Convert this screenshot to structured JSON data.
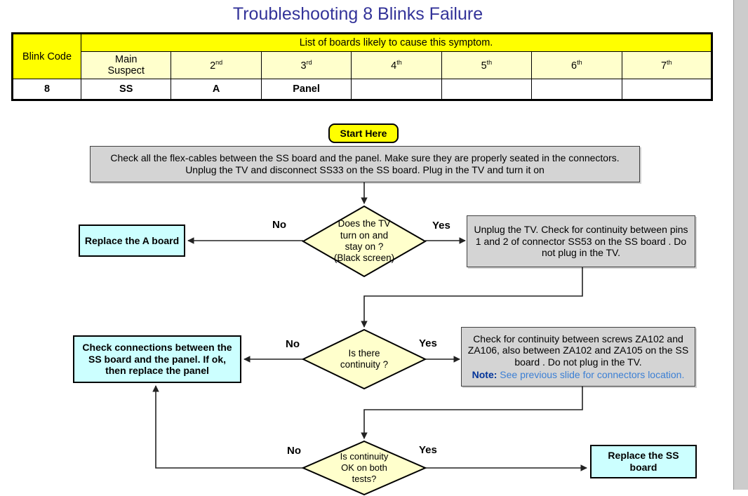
{
  "title": "Troubleshooting 8 Blinks Failure",
  "table": {
    "blink_code_header": "Blink Code",
    "list_header": "List of boards likely to cause this symptom.",
    "sub_headers": [
      "Main Suspect",
      "2nd",
      "3rd",
      "4th",
      "5th",
      "6th",
      "7th"
    ],
    "sub_headers_ordinals": [
      {
        "base": "Main Suspect",
        "sup": ""
      },
      {
        "base": "2",
        "sup": "nd"
      },
      {
        "base": "3",
        "sup": "rd"
      },
      {
        "base": "4",
        "sup": "th"
      },
      {
        "base": "5",
        "sup": "th"
      },
      {
        "base": "6",
        "sup": "th"
      },
      {
        "base": "7",
        "sup": "th"
      }
    ],
    "row": {
      "code": "8",
      "values": [
        "SS",
        "A",
        "Panel",
        "",
        "",
        "",
        ""
      ]
    }
  },
  "flow": {
    "start_label": "Start Here",
    "step1_text": "Check all the flex-cables between the SS board and the panel. Make sure they are properly seated in the connectors. Unplug the TV and disconnect SS33 on the SS board. Plug in the TV and turn it on",
    "decision1": {
      "line1": "Does the TV",
      "line2": "turn on and",
      "line3": "stay on ?",
      "line4": "(Black screen)",
      "no_label": "No",
      "yes_label": "Yes"
    },
    "result_a_board": "Replace the A board",
    "step2_text": "Unplug the TV. Check for continuity between pins 1 and 2 of connector SS53 on the SS board . Do not plug in the TV.",
    "decision2": {
      "line1": "Is there",
      "line2": "continuity ?",
      "no_label": "No",
      "yes_label": "Yes"
    },
    "result_check_connections": "Check connections between the SS board and the panel. If ok, then replace the panel",
    "step3_text": "Check for continuity between screws ZA102 and ZA106, also between ZA102 and ZA105 on the SS board . Do not plug in the TV.",
    "step3_note_key": "Note:",
    "step3_note_text": " See previous slide for connectors location.",
    "decision3": {
      "line1": "Is continuity",
      "line2": "OK on both",
      "line3": "tests?",
      "no_label": "No",
      "yes_label": "Yes"
    },
    "result_ss_board": "Replace the SS board"
  },
  "colors": {
    "title": "#333399",
    "header_yellow": "#ffff00",
    "subheader_yellow": "#ffffcc",
    "process_gray": "#d4d4d4",
    "result_cyan": "#ccffff",
    "diamond_fill": "#ffffcc",
    "note_blue": "#3b7fd4",
    "note_key_blue": "#003399"
  }
}
